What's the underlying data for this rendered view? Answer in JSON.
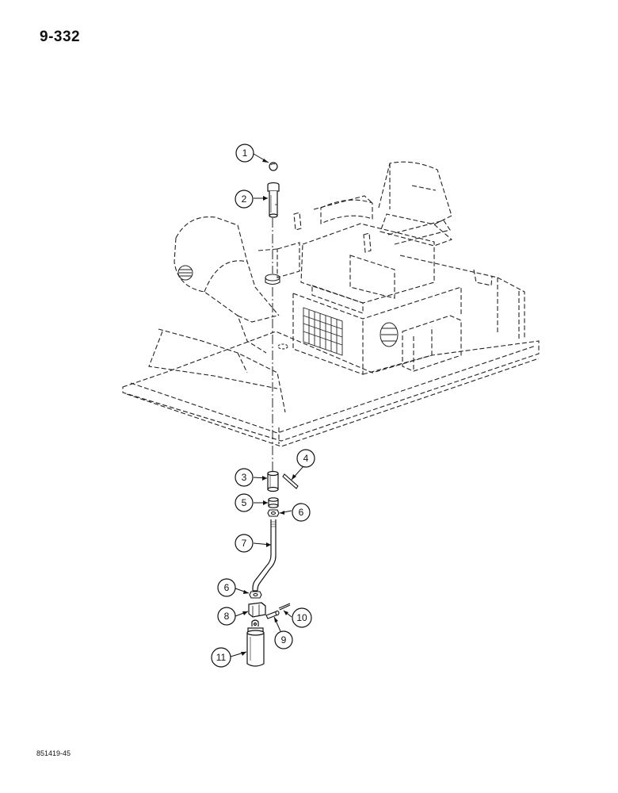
{
  "page": {
    "number": "9-332",
    "figure_code": "851419-45"
  },
  "callouts": [
    {
      "id": "c1",
      "label": "1"
    },
    {
      "id": "c2",
      "label": "2"
    },
    {
      "id": "c3",
      "label": "3"
    },
    {
      "id": "c4",
      "label": "4"
    },
    {
      "id": "c5",
      "label": "5"
    },
    {
      "id": "c6a",
      "label": "6"
    },
    {
      "id": "c7",
      "label": "7"
    },
    {
      "id": "c6b",
      "label": "6"
    },
    {
      "id": "c8",
      "label": "8"
    },
    {
      "id": "c9",
      "label": "9"
    },
    {
      "id": "c10",
      "label": "10"
    },
    {
      "id": "c11",
      "label": "11"
    }
  ]
}
